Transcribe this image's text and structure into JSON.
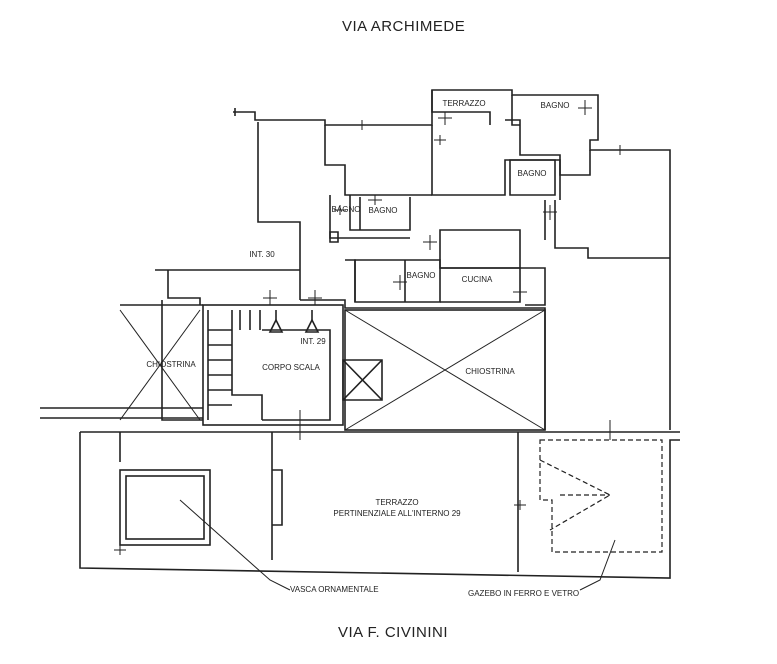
{
  "streets": {
    "top": "VIA ARCHIMEDE",
    "bottom": "VIA F. CIVININI"
  },
  "rooms": {
    "terrazzo_top": "TERRAZZO",
    "bagno_1": "BAGNO",
    "bagno_2": "BAGNO",
    "bagno_3": "BAGNO",
    "bagno_4": "BAGNO",
    "bagno_5": "BAGNO",
    "cucina": "CUCINA",
    "int_30": "INT. 30",
    "int_29": "INT. 29",
    "chiostrina_left": "CHIOSTRINA",
    "chiostrina_right": "CHIOSTRINA",
    "corpo_scala": "CORPO SCALA",
    "terrazzo_pert_line1": "TERRAZZO",
    "terrazzo_pert_line2": "PERTINENZIALE ALL'INTERNO 29"
  },
  "callouts": {
    "vasca": "VASCA ORNAMENTALE",
    "gazebo": "GAZEBO IN FERRO E VETRO"
  }
}
